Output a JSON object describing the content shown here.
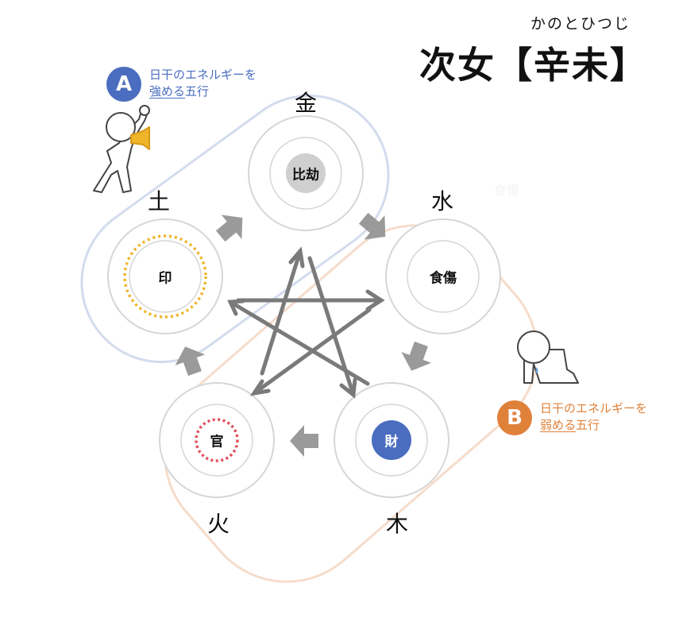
{
  "title": {
    "name": "次女【辛未】",
    "ruby": "かのとひつじ"
  },
  "watermark": "食傷",
  "elements": [
    {
      "key": "metal",
      "label": "金",
      "core": "比劫",
      "style": "filled-gray"
    },
    {
      "key": "water",
      "label": "水",
      "core": "食傷",
      "style": "plain"
    },
    {
      "key": "wood",
      "label": "木",
      "core": "財",
      "style": "filled-blue"
    },
    {
      "key": "fire",
      "label": "火",
      "core": "官",
      "style": "dotted-red"
    },
    {
      "key": "earth",
      "label": "土",
      "core": "印",
      "style": "dotted-yellow"
    }
  ],
  "group_a": {
    "badge": "A",
    "line1": "日干のエネルギーを",
    "line2_underlined": "強める",
    "line2_rest": "五行",
    "color": "#4a6dbf"
  },
  "group_b": {
    "badge": "B",
    "line1": "日干のエネルギーを",
    "line2_underlined": "弱める",
    "line2_rest": "五行",
    "color": "#e0813a"
  },
  "colors": {
    "arrow": "#7a7a7a",
    "ring": "#d6d6d6",
    "blue_region": "#d3dcee",
    "orange_region": "#f6dccb",
    "core_gray": "#cfcfcf",
    "core_blue": "#4a6dbf",
    "dot_yellow": "#f0b429",
    "dot_red": "#e0505a"
  }
}
